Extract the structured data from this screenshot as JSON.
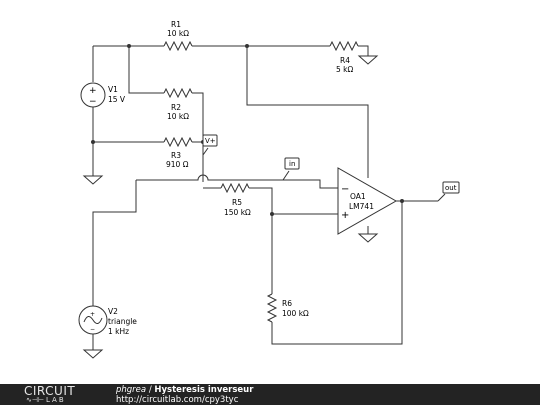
{
  "schematic": {
    "components": {
      "r1": {
        "name": "R1",
        "value": "10 kΩ"
      },
      "r2": {
        "name": "R2",
        "value": "10 kΩ"
      },
      "r3": {
        "name": "R3",
        "value": "910 Ω"
      },
      "r4": {
        "name": "R4",
        "value": "5 kΩ"
      },
      "r5": {
        "name": "R5",
        "value": "150 kΩ"
      },
      "r6": {
        "name": "R6",
        "value": "100 kΩ"
      },
      "v1": {
        "name": "V1",
        "value": "15 V"
      },
      "v2": {
        "name": "V2",
        "type": "triangle",
        "freq": "1 kHz"
      },
      "oa1": {
        "name": "OA1",
        "model": "LM741"
      }
    },
    "probes": {
      "vplus": "V+",
      "in": "in",
      "out": "out"
    },
    "opamp_pins": {
      "minus": "−",
      "plus": "+"
    },
    "source_signs": {
      "plus": "+",
      "minus": "−"
    }
  },
  "footer": {
    "logo_top": "CIRCUIT",
    "logo_bottom": "LAB",
    "user": "phgrea",
    "separator": "/",
    "title": "Hysteresis inverseur",
    "url": "http://circuitlab.com/cpy3tyc"
  },
  "colors": {
    "background": "#ffffff",
    "footer": "#232323",
    "wire": "#333333"
  }
}
